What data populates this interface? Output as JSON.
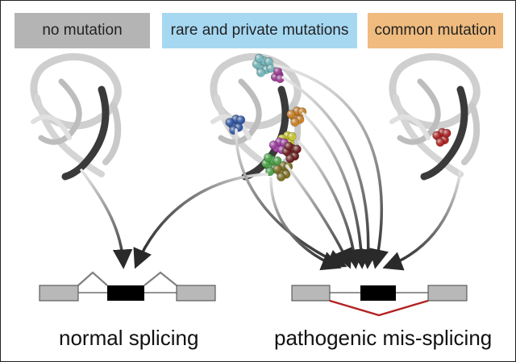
{
  "labels": {
    "no_mutation": "no mutation",
    "rare_private": "rare and private mutations",
    "common": "common mutation"
  },
  "captions": {
    "normal": "normal splicing",
    "pathogenic": "pathogenic mis-splicing"
  },
  "colors": {
    "no_mutation_bg": "#b4b4b4",
    "rare_bg": "#a6d8f2",
    "common_bg": "#efbb7e",
    "exon_gray": "#b8b8b8",
    "exon_black": "#000000",
    "mis_splice_red": "#b22222",
    "normal_splice_gray": "#808080"
  },
  "mutation_colors": [
    "#7fd3d8",
    "#b23aa5",
    "#ea8f1f",
    "#2f5fbf",
    "#e8e41e",
    "#7a1b1b",
    "#b43cb4",
    "#4cb848",
    "#8a7a1a",
    "#c81e1e"
  ]
}
